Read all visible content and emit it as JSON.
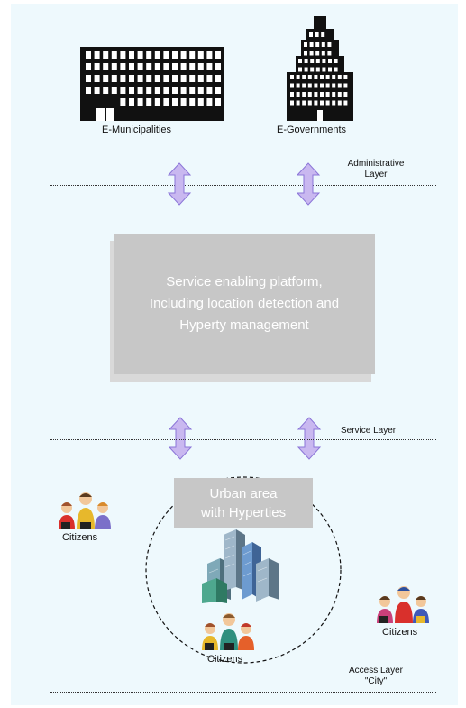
{
  "labels": {
    "e_municipalities": "E-Municipalities",
    "e_governments": "E-Governments",
    "administrative_layer_line1": "Administrative",
    "administrative_layer_line2": "Layer",
    "service_layer": "Service Layer",
    "access_layer_line1": "Access Layer",
    "access_layer_line2": "\"City\"",
    "citizens_left": "Citizens",
    "citizens_center": "Citizens",
    "citizens_right": "Citizens"
  },
  "platform": {
    "line1": "Service enabling platform,",
    "line2": "Including  location detection and",
    "line3": "Hyperty management"
  },
  "urban_area": {
    "line1": "Urban area",
    "line2": "with Hyperties"
  },
  "colors": {
    "background": "#eef9fd",
    "box_fill": "#c7c7c7",
    "arrow_fill": "#c9b8f0",
    "arrow_stroke": "#8b75d8",
    "building": "#111111"
  },
  "icons": [
    "office-building-icon",
    "skyscraper-icon",
    "city-icon",
    "people-group-icon"
  ]
}
